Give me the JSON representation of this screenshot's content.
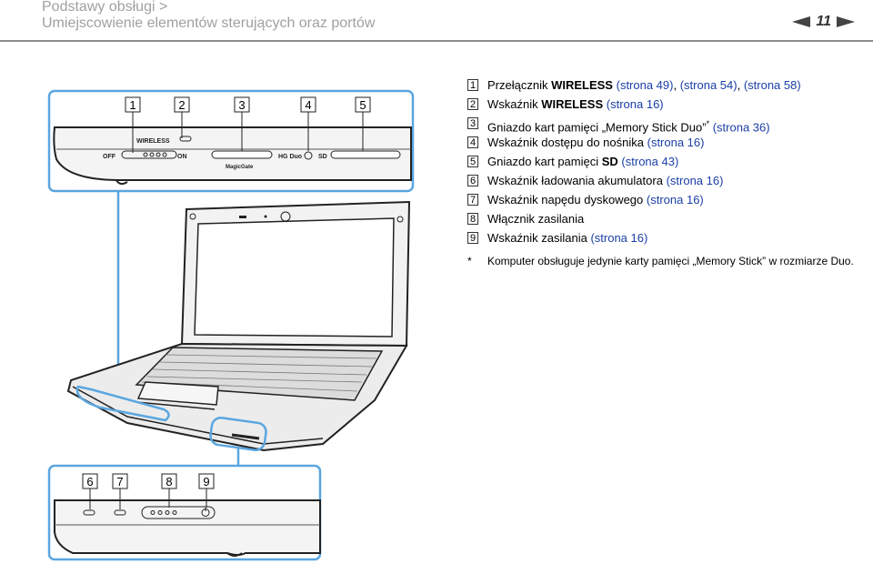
{
  "header": {
    "breadcrumb": "Podstawy obsługi >",
    "title": "Umiejscowienie elementów sterujących oraz portów",
    "page_number": "11"
  },
  "items": [
    {
      "num": "1",
      "text": "Przełącznik ",
      "bold": "WIRELESS",
      "text2": "",
      "links": [
        "(strona 49)",
        "(strona 54)",
        "(strona 58)"
      ]
    },
    {
      "num": "2",
      "text": "Wskaźnik ",
      "bold": "WIRELESS",
      "text2": "",
      "links": [
        "(strona 16)"
      ]
    },
    {
      "num": "3",
      "text": "Gniazdo kart pamięci „Memory Stick Duo”",
      "bold": "",
      "text2": "*",
      "links": [
        "(strona 36)"
      ]
    },
    {
      "num": "4",
      "text": "Wskaźnik dostępu do nośnika",
      "bold": "",
      "text2": "",
      "links": [
        "(strona 16)"
      ]
    },
    {
      "num": "5",
      "text": "Gniazdo kart pamięci ",
      "bold": "SD",
      "text2": "",
      "links": [
        "(strona 43)"
      ]
    },
    {
      "num": "6",
      "text": "Wskaźnik ładowania akumulatora",
      "bold": "",
      "text2": "",
      "links": [
        "(strona 16)"
      ]
    },
    {
      "num": "7",
      "text": "Wskaźnik napędu dyskowego",
      "bold": "",
      "text2": "",
      "links": [
        "(strona 16)"
      ]
    },
    {
      "num": "8",
      "text": "Włącznik zasilania",
      "bold": "",
      "text2": "",
      "links": []
    },
    {
      "num": "9",
      "text": "Wskaźnik zasilania",
      "bold": "",
      "text2": "",
      "links": [
        "(strona 16)"
      ]
    }
  ],
  "footnote": {
    "mark": "*",
    "text": "Komputer obsługuje jedynie karty pamięci „Memory Stick” w rozmiarze Duo."
  },
  "figure": {
    "top_callouts": [
      "1",
      "2",
      "3",
      "4",
      "5"
    ],
    "bottom_callouts": [
      "6",
      "7",
      "8",
      "9"
    ],
    "labels": {
      "wireless": "WIRELESS",
      "off": "OFF",
      "on": "ON",
      "hg_duo": "HG Duo",
      "sd": "SD",
      "magicgate": "MagicGate"
    },
    "colors": {
      "callout_frame": "#5aa6e0",
      "outline": "#222222",
      "body_fill": "#ececec"
    }
  }
}
